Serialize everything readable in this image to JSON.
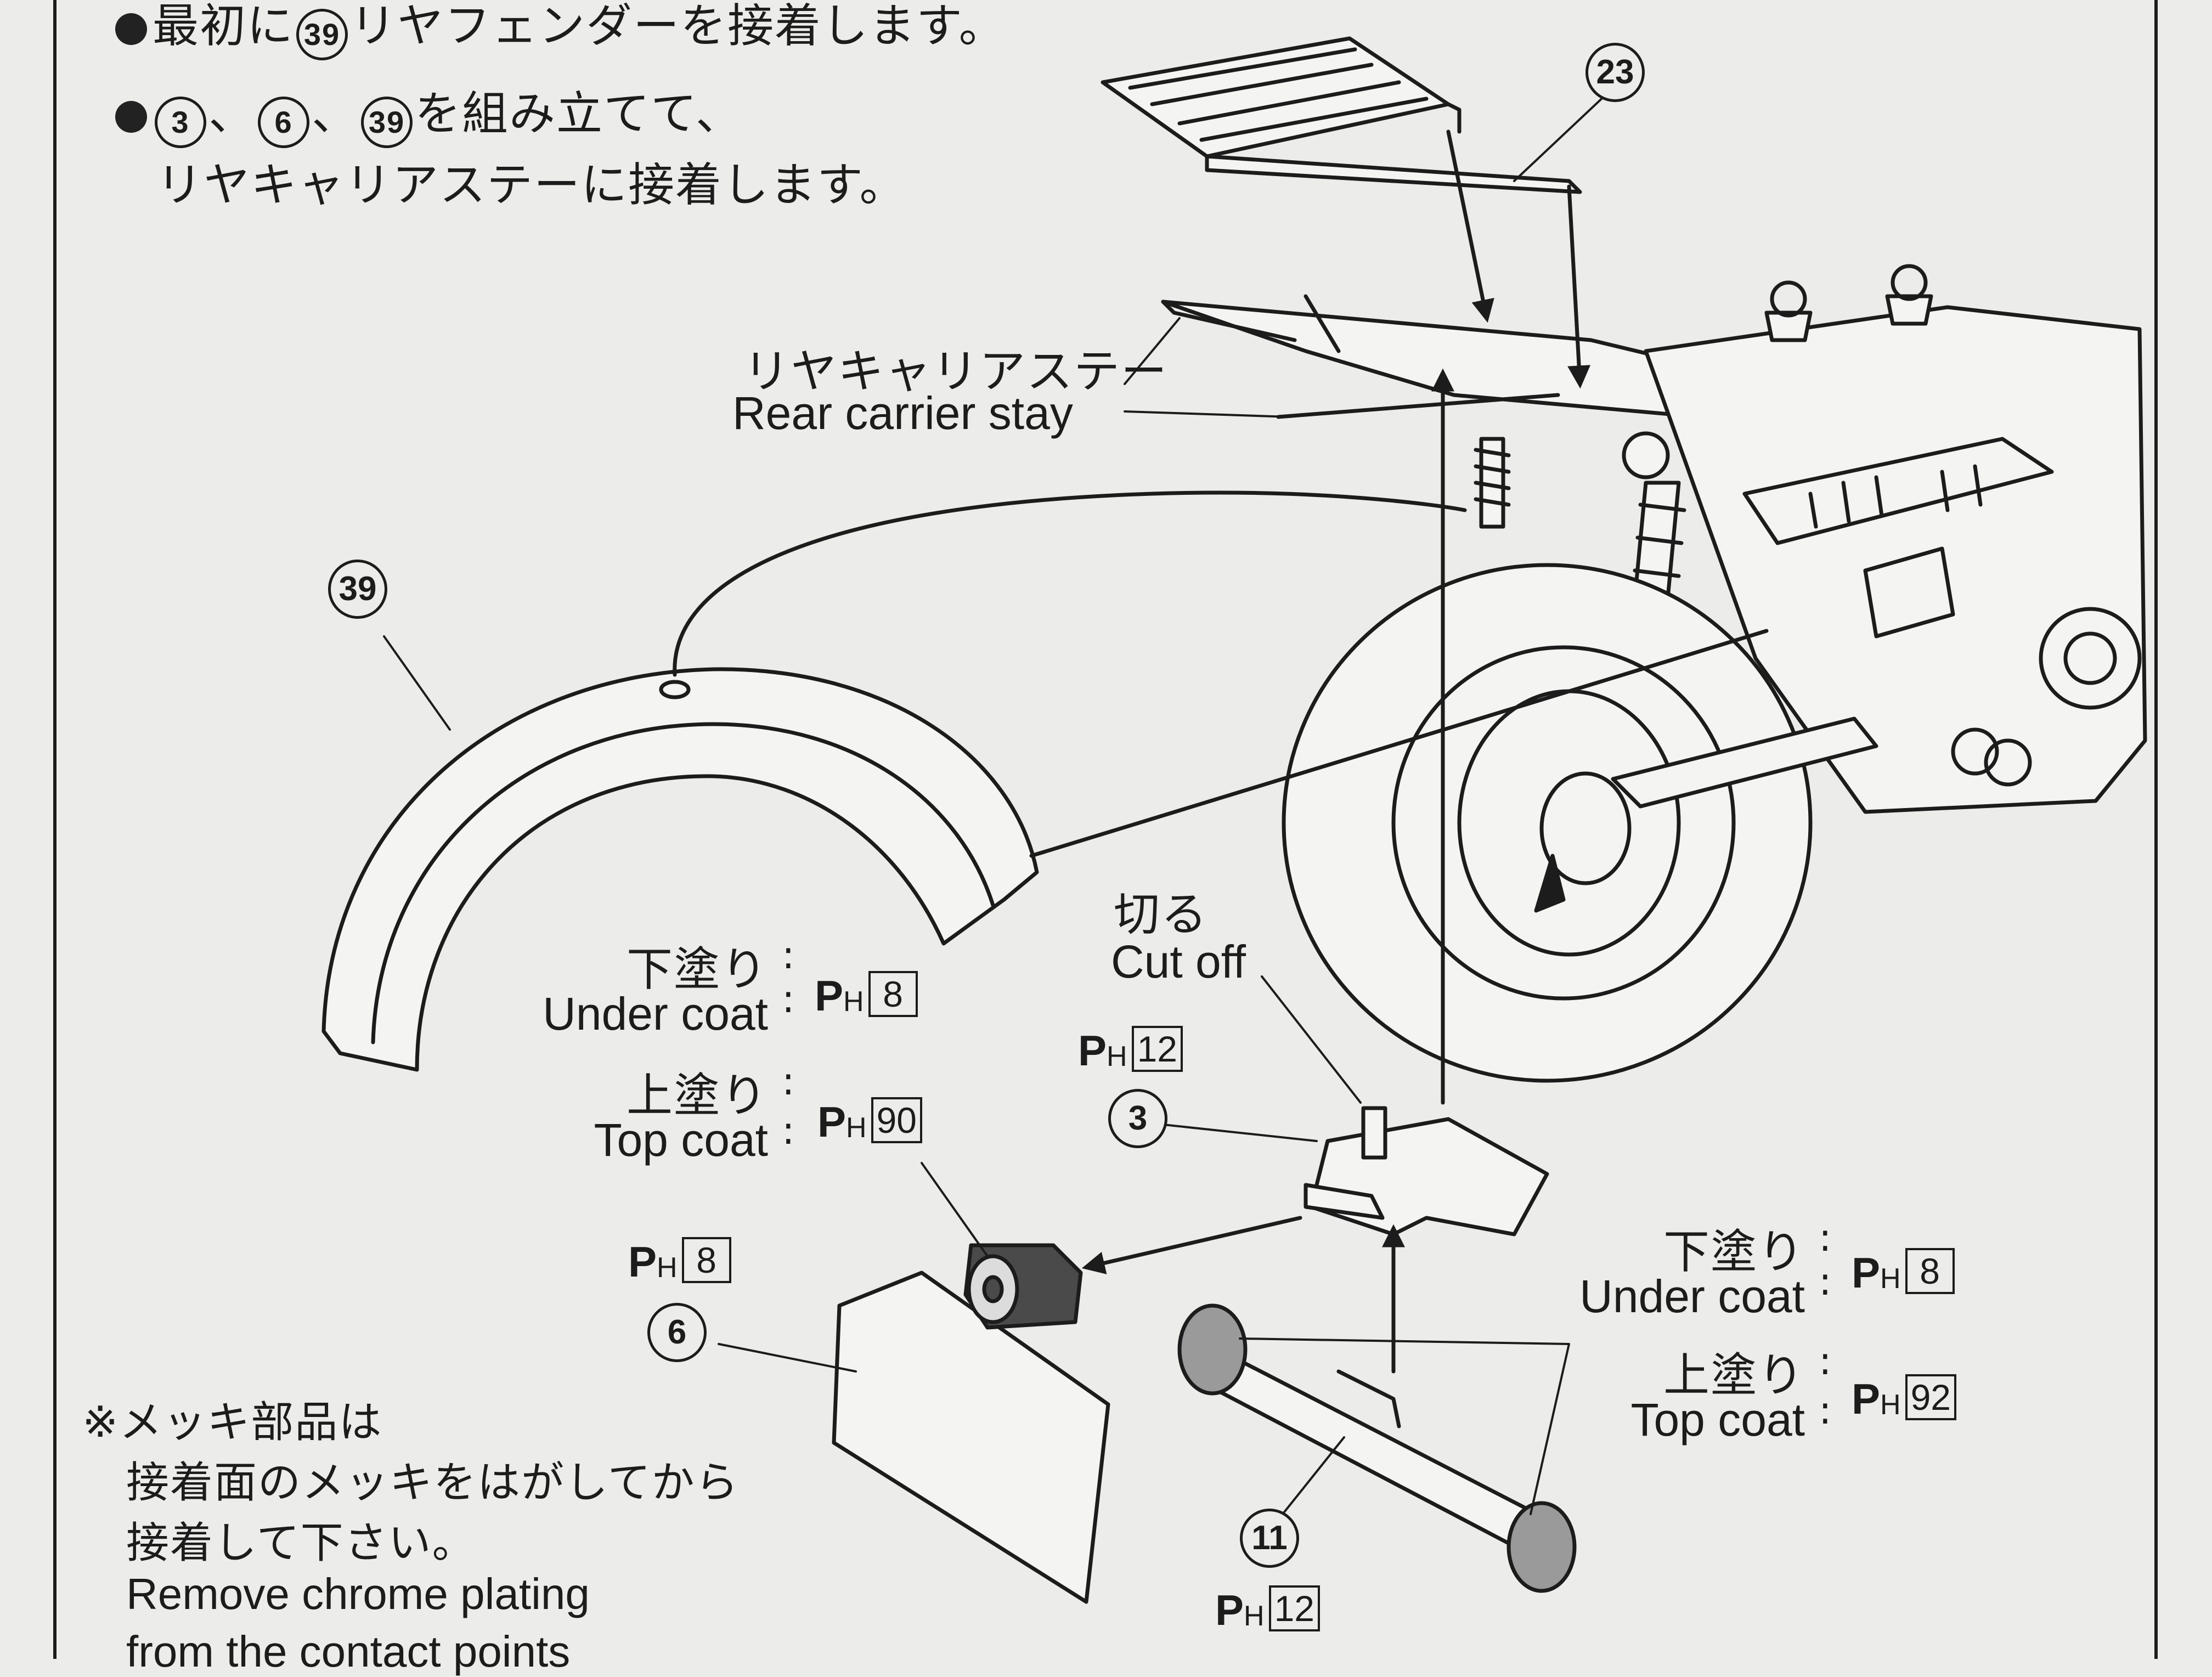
{
  "instructions": {
    "line1_text": "最初に",
    "line1_part": "39",
    "line1_rest": "リヤフェンダーを接着します。",
    "line2_parts": [
      "3",
      "6",
      "39"
    ],
    "line2_sep": "、",
    "line2_rest": "を組み立てて、",
    "line3": "リヤキャリアステーに接着します。"
  },
  "parts": {
    "p23": "23",
    "p39": "39",
    "p3": "3",
    "p6": "6",
    "p11": "11"
  },
  "labels": {
    "stay_jp": "リヤキャリアステー",
    "stay_en": "Rear carrier stay",
    "cut_jp": "切る",
    "cut_en": "Cut off",
    "under_jp": "下塗り",
    "under_en": "Under coat",
    "top_jp": "上塗り",
    "top_en": "Top coat",
    "colon": ":"
  },
  "paint": {
    "prefix_p": "P",
    "prefix_h": "H",
    "left_under": "8",
    "left_top": "90",
    "p3_color": "12",
    "p6_color": "8",
    "right_under": "8",
    "right_top": "92",
    "p11_color": "12"
  },
  "note": {
    "line1": "※メッキ部品は",
    "line2": "接着面のメッキをはがしてから",
    "line3": "接着して下さい。",
    "line4": "Remove chrome plating",
    "line5": "from the contact points"
  },
  "colors": {
    "paper": "#ececea",
    "ink": "#1c1c1c"
  }
}
